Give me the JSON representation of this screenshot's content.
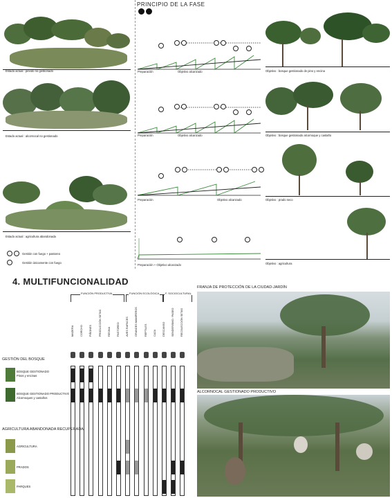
{
  "phase": {
    "title": "PRINCIPIO DE LA FASE"
  },
  "rows": [
    {
      "current": "Estado actual : pinedo no gestionado",
      "objective": "Objetivo : bosque gestionado de pino y encina",
      "prep": "Preparación",
      "reached": "Objetivo alcanzado"
    },
    {
      "current": "Estado actual : alcornocal no gestionado",
      "objective": "Objetivo : bosque gestionado alcornoque y castaño",
      "prep": "Preparación",
      "reached": "Objetivo alcanzado"
    },
    {
      "current": "Estado actual : agricultura abandonada",
      "objective": "Objetivo : prado seco",
      "prep": "Preparación",
      "reached": "Objetivo alcanzado"
    },
    {
      "current": "",
      "objective": "Objetivo : agricultura",
      "prep": "Preparación + Objetivo alcanzado",
      "reached": ""
    }
  ],
  "legend": {
    "item1": "Gestión con fuego + pastoreo",
    "item2": "Gestión únicamente con fuego"
  },
  "section4": {
    "title": "4. MULTIFUNCIONALIDAD",
    "groups": [
      "FUNCIÓN PRODUCTIVA",
      "FUNCIÓN ECOLÓGICA",
      "F. SOCIOCULTURAL"
    ],
    "columns": [
      "MADERA",
      "CORCHO",
      "PIÑONES",
      "PRODUCCIÓN SETAS",
      "RESINA",
      "PASTOREO",
      "AVES RAPACES",
      "GRANDES MAMÍFEROS",
      "REPTILES",
      "CAZA",
      "DESCANSO",
      "SENDERISMO / PASEO",
      "RECOLECCIÓN SETAS"
    ],
    "blocks": [
      {
        "title": "GESTIÓN DEL BOSQUE",
        "rows": [
          {
            "label": "BOSQUE GESTIONADO",
            "sub": "Pinos y encinas"
          },
          {
            "label": "BOSQUE GESTIONADO PRODUCTIVO",
            "sub": "Alcornoques y castaños"
          }
        ]
      },
      {
        "title": "AGRICULTURA ABANDONADA RECUPERADA",
        "rows": [
          {
            "label": "AGRICULTURA",
            "sub": ""
          },
          {
            "label": "PRADOS",
            "sub": ""
          },
          {
            "label": "PARQUES",
            "sub": ""
          }
        ]
      }
    ],
    "matrix": [
      [
        "dark",
        "dark",
        "dark",
        "none",
        "none",
        "none",
        "none",
        "none",
        "none",
        "none",
        "none",
        "none",
        "none"
      ],
      [
        "dark",
        "dark",
        "dark",
        "dark",
        "dark",
        "dark",
        "grey",
        "grey",
        "grey",
        "dark",
        "dark",
        "dark",
        "dark"
      ],
      [
        "none",
        "none",
        "none",
        "none",
        "none",
        "none",
        "grey",
        "none",
        "none",
        "none",
        "none",
        "none",
        "none"
      ],
      [
        "none",
        "none",
        "none",
        "none",
        "none",
        "dark",
        "grey",
        "grey",
        "none",
        "none",
        "none",
        "dark",
        "dark"
      ],
      [
        "none",
        "none",
        "none",
        "none",
        "none",
        "none",
        "none",
        "none",
        "none",
        "none",
        "dark",
        "dark",
        "none"
      ]
    ]
  },
  "photos": {
    "top": "FRANJA DE PROTECCIÓN DE LA CIUDAD-JARDÍN",
    "bottom": "ALCORNOCAL GESTIONADO PRODUCTIVO"
  },
  "colors": {
    "green": "#3a8a3a",
    "dark": "#222222",
    "grey": "#9a9a9a"
  }
}
